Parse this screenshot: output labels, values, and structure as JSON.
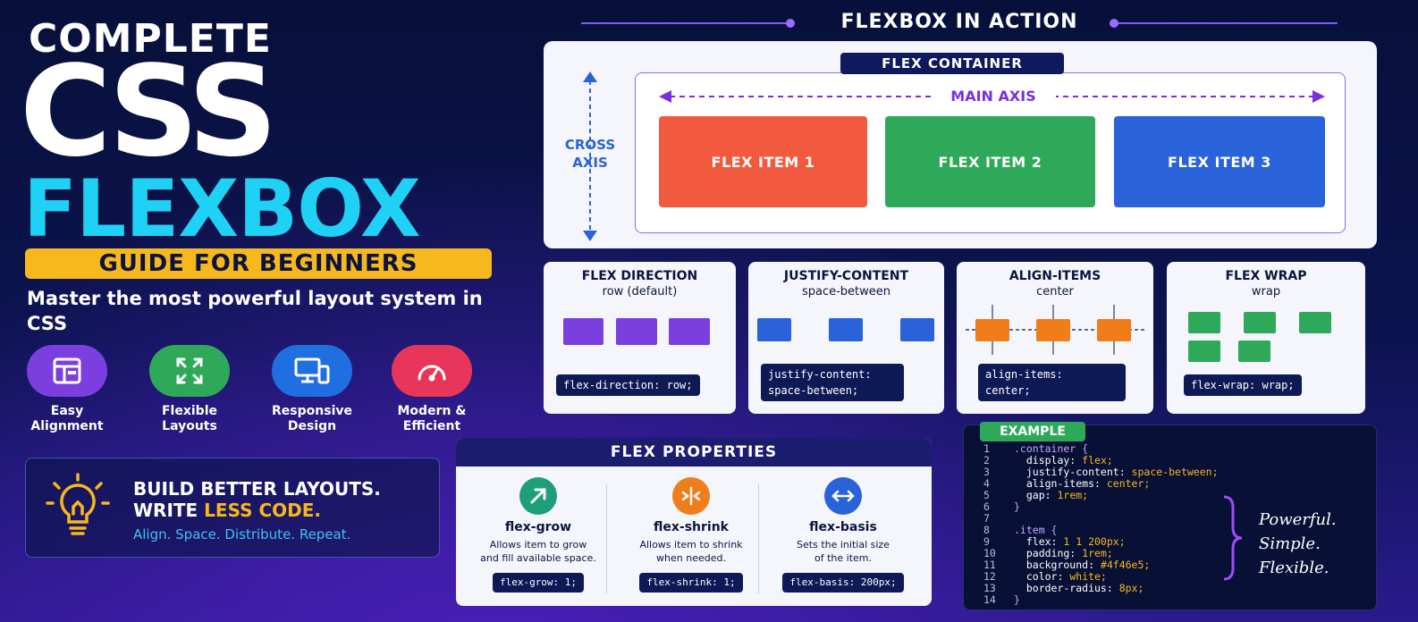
{
  "hero": {
    "line1": "COMPLETE",
    "line2": "CSS",
    "line3": "FLEXBOX",
    "guide": "GUIDE FOR BEGINNERS",
    "subtitle": "Master the most powerful layout system in CSS"
  },
  "features": [
    {
      "label1": "Easy",
      "label2": "Alignment",
      "icon": "layout-icon",
      "color": "#7b3fe0"
    },
    {
      "label1": "Flexible",
      "label2": "Layouts",
      "icon": "expand-arrows-icon",
      "color": "#2ea95a"
    },
    {
      "label1": "Responsive",
      "label2": "Design",
      "icon": "devices-icon",
      "color": "#1f6fe0"
    },
    {
      "label1": "Modern &",
      "label2": "Efficient",
      "icon": "speedometer-icon",
      "color": "#e8365a"
    }
  ],
  "build": {
    "line1": "BUILD BETTER LAYOUTS.",
    "line2a": "WRITE ",
    "line2b": "LESS CODE.",
    "line3": "Align. Space. Distribute. Repeat."
  },
  "action": {
    "title": "FLEXBOX IN ACTION",
    "container_label": "FLEX CONTAINER",
    "main_axis": "MAIN AXIS",
    "cross_axis_1": "CROSS",
    "cross_axis_2": "AXIS",
    "items": [
      {
        "label": "FLEX ITEM 1",
        "color": "#f25a3f"
      },
      {
        "label": "FLEX ITEM 2",
        "color": "#2ea95a"
      },
      {
        "label": "FLEX ITEM 3",
        "color": "#2a62d9"
      }
    ]
  },
  "cards": [
    {
      "title": "FLEX DIRECTION",
      "sub": "row (default)",
      "code1": "flex-direction: row;",
      "code2": ""
    },
    {
      "title": "JUSTIFY-CONTENT",
      "sub": "space-between",
      "code1": "justify-content:",
      "code2": "space-between;"
    },
    {
      "title": "ALIGN-ITEMS",
      "sub": "center",
      "code1": "align-items:",
      "code2": "center;"
    },
    {
      "title": "FLEX WRAP",
      "sub": "wrap",
      "code1": "flex-wrap: wrap;",
      "code2": ""
    }
  ],
  "properties": {
    "title": "FLEX PROPERTIES",
    "items": [
      {
        "name": "flex-grow",
        "d1": "Allows item to grow",
        "d2": "and fill available space.",
        "code": "flex-grow: 1;",
        "icon": "arrow-up-right-icon",
        "color": "#1f9e7a"
      },
      {
        "name": "flex-shrink",
        "d1": "Allows item to shrink",
        "d2": "when needed.",
        "code": "flex-shrink: 1;",
        "icon": "compress-icon",
        "color": "#f07d1a"
      },
      {
        "name": "flex-basis",
        "d1": "Sets the initial size",
        "d2": "of the item.",
        "code": "flex-basis: 200px;",
        "icon": "horizontal-arrows-icon",
        "color": "#2a62d9"
      }
    ]
  },
  "example": {
    "label": "EXAMPLE",
    "lines": [
      {
        "n": "1",
        "sel": ".container {",
        "prop": "",
        "val": ""
      },
      {
        "n": "2",
        "sel": "",
        "prop": "  display: ",
        "val": "flex;"
      },
      {
        "n": "3",
        "sel": "",
        "prop": "  justify-content: ",
        "val": "space-between;"
      },
      {
        "n": "4",
        "sel": "",
        "prop": "  align-items: ",
        "val": "center;"
      },
      {
        "n": "5",
        "sel": "",
        "prop": "  gap: ",
        "val": "1rem;"
      },
      {
        "n": "6",
        "sel": "}",
        "prop": "",
        "val": ""
      },
      {
        "n": "7",
        "sel": "",
        "prop": "",
        "val": ""
      },
      {
        "n": "8",
        "sel": ".item {",
        "prop": "",
        "val": ""
      },
      {
        "n": "9",
        "sel": "",
        "prop": "  flex: ",
        "val": "1 1 200px;"
      },
      {
        "n": "10",
        "sel": "",
        "prop": "  padding: ",
        "val": "1rem;"
      },
      {
        "n": "11",
        "sel": "",
        "prop": "  background: ",
        "val": "#4f46e5;"
      },
      {
        "n": "12",
        "sel": "",
        "prop": "  color: ",
        "val": "white;"
      },
      {
        "n": "13",
        "sel": "",
        "prop": "  border-radius: ",
        "val": "8px;"
      },
      {
        "n": "14",
        "sel": "}",
        "prop": "",
        "val": ""
      }
    ],
    "note1": "Powerful.",
    "note2": "Simple.",
    "note3": "Flexible."
  }
}
